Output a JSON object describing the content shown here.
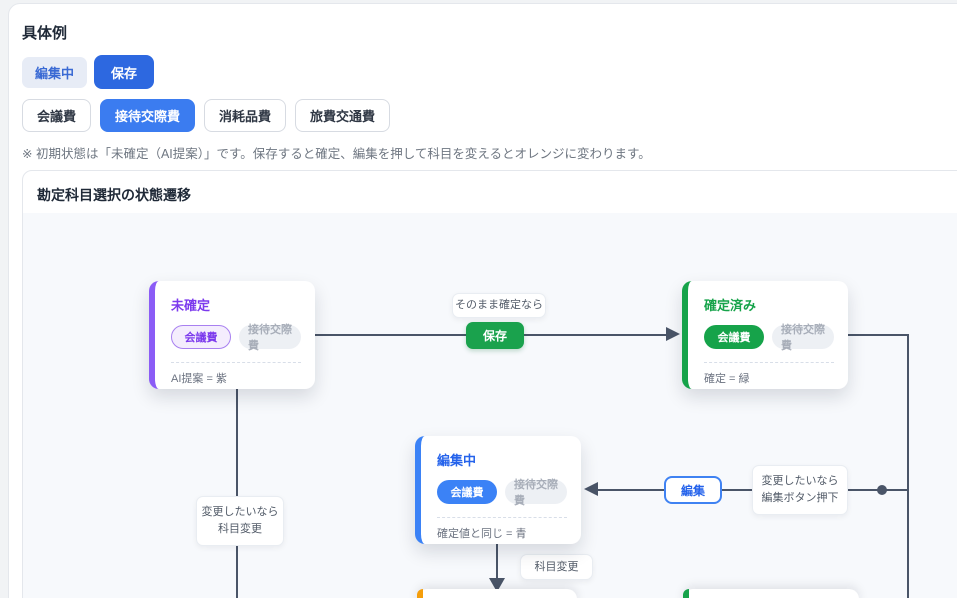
{
  "header": {
    "title": "具体例",
    "status_badge": "編集中",
    "save_button": "保存",
    "note": "※ 初期状態は「未確定（AI提案）」です。保存すると確定、編集を押して科目を変えるとオレンジに変わります。"
  },
  "tabs": [
    {
      "label": "会議費",
      "selected": false
    },
    {
      "label": "接待交際費",
      "selected": true
    },
    {
      "label": "消耗品費",
      "selected": false
    },
    {
      "label": "旅費交通費",
      "selected": false
    }
  ],
  "panel": {
    "title": "勘定科目選択の状態遷移"
  },
  "diagram": {
    "unconfirmed": {
      "title": "未確定",
      "pill_primary": "会議費",
      "pill_secondary": "接待交際費",
      "meta": "AI提案 = 紫"
    },
    "confirmed": {
      "title": "確定済み",
      "pill_primary": "会議費",
      "pill_secondary": "接待交際費",
      "meta": "確定 = 緑"
    },
    "editing": {
      "title": "編集中",
      "pill_primary": "会議費",
      "pill_secondary": "接待交際費",
      "meta": "確定値と同じ = 青"
    },
    "edges": {
      "save_condition": "そのまま確定なら",
      "save_action": "保存",
      "edit_action": "編集",
      "edit_condition_l1": "変更したいなら",
      "edit_condition_l2": "編集ボタン押下",
      "change_condition_l1": "変更したいなら",
      "change_condition_l2": "科目変更",
      "subject_change": "科目変更"
    },
    "colors": {
      "unconfirmed_accent": "#8b5cf6",
      "confirmed_accent": "#16a34a",
      "editing_accent": "#3b82f6",
      "changed_accent": "#f59e0b",
      "connector": "#4a5568",
      "save_button": "#1aa24d",
      "primary_blue": "#2d68e0",
      "selected_tab": "#3b7cf0"
    }
  }
}
